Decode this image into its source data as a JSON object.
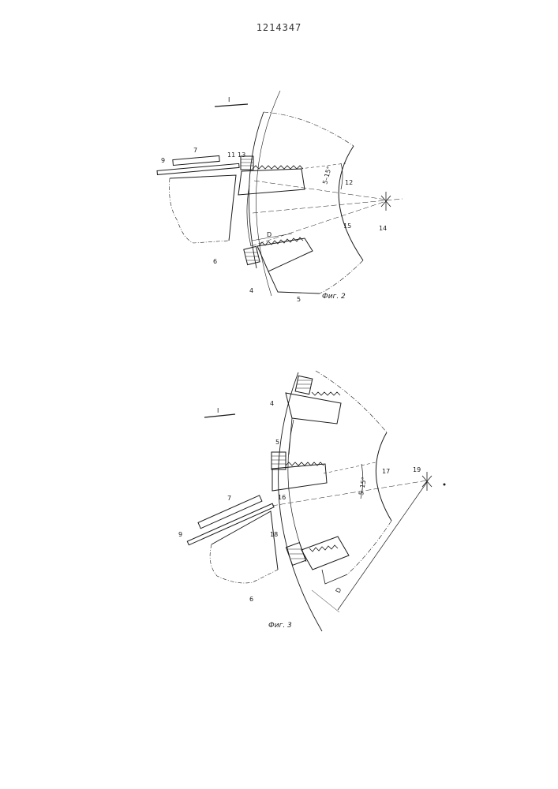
{
  "document": {
    "patent_number": "1214347"
  },
  "figure2": {
    "view_label": "I",
    "caption": "Фиг. 2",
    "angle_label": "5–15°",
    "dim_label": "D",
    "labels": {
      "l9": "9",
      "l7": "7",
      "l11": "11",
      "l13": "13",
      "l12": "12",
      "l15": "15",
      "l14": "14",
      "l6": "6",
      "l4": "4",
      "l5": "5"
    }
  },
  "figure3": {
    "view_label": "I",
    "caption": "Фиг. 3",
    "angle_label": "5–15°",
    "dim_label": "D",
    "labels": {
      "l7": "7",
      "l9": "9",
      "l16": "16",
      "l18": "18",
      "l4": "4",
      "l5": "5",
      "l17": "17",
      "l19": "19",
      "l6": "6"
    }
  }
}
